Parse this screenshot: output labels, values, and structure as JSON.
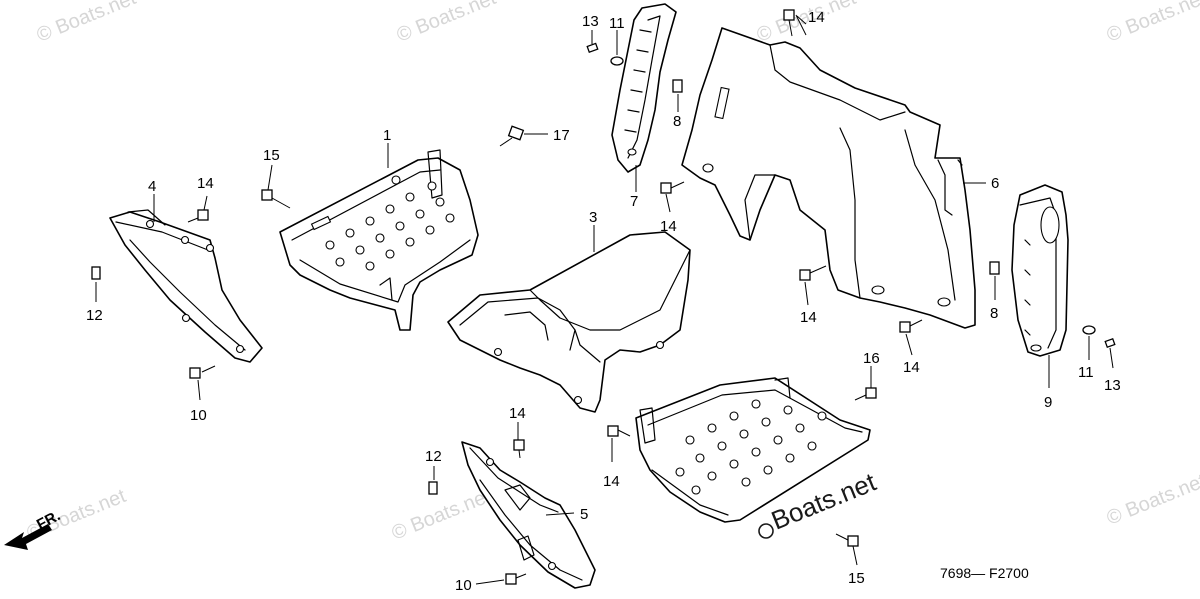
{
  "diagram": {
    "drawing_code": "7698— F2700",
    "watermark": "© Boats.net",
    "watermark_center": "Boats.net",
    "direction_label": "FR.",
    "callouts": [
      {
        "id": "c1",
        "label": "1"
      },
      {
        "id": "c3",
        "label": "3"
      },
      {
        "id": "c4",
        "label": "4"
      },
      {
        "id": "c5",
        "label": "5"
      },
      {
        "id": "c6",
        "label": "6"
      },
      {
        "id": "c7",
        "label": "7"
      },
      {
        "id": "c8a",
        "label": "8"
      },
      {
        "id": "c8b",
        "label": "8"
      },
      {
        "id": "c9",
        "label": "9"
      },
      {
        "id": "c10a",
        "label": "10"
      },
      {
        "id": "c10b",
        "label": "10"
      },
      {
        "id": "c11a",
        "label": "11"
      },
      {
        "id": "c11b",
        "label": "11"
      },
      {
        "id": "c12a",
        "label": "12"
      },
      {
        "id": "c12b",
        "label": "12"
      },
      {
        "id": "c13a",
        "label": "13"
      },
      {
        "id": "c13b",
        "label": "13"
      },
      {
        "id": "c14a",
        "label": "14"
      },
      {
        "id": "c14b",
        "label": "14"
      },
      {
        "id": "c14c",
        "label": "14"
      },
      {
        "id": "c14d",
        "label": "14"
      },
      {
        "id": "c14e",
        "label": "14"
      },
      {
        "id": "c14f",
        "label": "14"
      },
      {
        "id": "c14g",
        "label": "14"
      },
      {
        "id": "c15a",
        "label": "15"
      },
      {
        "id": "c15b",
        "label": "15"
      },
      {
        "id": "c16",
        "label": "16"
      },
      {
        "id": "c17",
        "label": "17"
      }
    ]
  }
}
